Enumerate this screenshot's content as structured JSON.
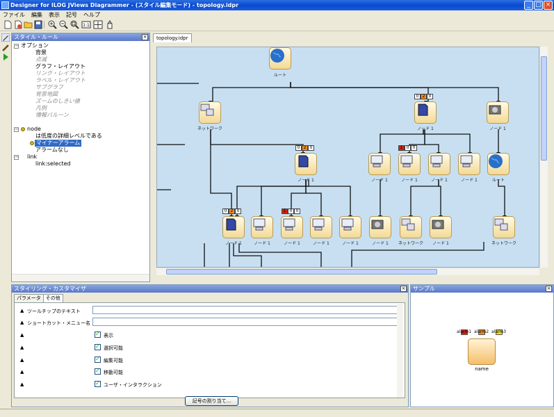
{
  "window": {
    "title": "Designer for ILOG JViews Diagrammer - (スタイル編集モード) - topology.idpr"
  },
  "menu": [
    "ファイル",
    "編集",
    "表示",
    "記号",
    "ヘルプ"
  ],
  "toolbar_icons": [
    "new-file-icon",
    "new-style-icon",
    "open-icon",
    "save-icon",
    "zoom-in-icon",
    "zoom-out-icon",
    "zoom-fit-icon",
    "zoom-100-icon",
    "overview-icon",
    "pan-hand-icon"
  ],
  "style_panel": {
    "title": "スタイル・ルール",
    "tree": [
      {
        "label": "オプション",
        "type": "root"
      },
      {
        "label": "背景",
        "type": "item"
      },
      {
        "label": "点滅",
        "type": "disabled"
      },
      {
        "label": "グラフ・レイアウト",
        "type": "item"
      },
      {
        "label": "リンク・レイアウト",
        "type": "disabled"
      },
      {
        "label": "ラベル・レイアウト",
        "type": "disabled"
      },
      {
        "label": "サブグラフ",
        "type": "disabled"
      },
      {
        "label": "背景地図",
        "type": "disabled"
      },
      {
        "label": "ズームのしきい値",
        "type": "disabled"
      },
      {
        "label": "凡例",
        "type": "disabled"
      },
      {
        "label": "情報バルーン",
        "type": "disabled"
      },
      {
        "label": "node",
        "type": "root"
      },
      {
        "label": "は低度の詳細レベルである",
        "type": "item"
      },
      {
        "label": "マイナーアラーム",
        "type": "selected"
      },
      {
        "label": "アラームなし",
        "type": "item"
      },
      {
        "label": "link",
        "type": "root"
      },
      {
        "label": "link:selected",
        "type": "item"
      }
    ]
  },
  "diagram_panel": {
    "tab": "topology.idpr",
    "nodes": [
      {
        "label": "ルート",
        "icon": "globe"
      },
      {
        "label": "ネットワーク",
        "icon": "network"
      },
      {
        "label": "ノード 1",
        "icon": "server",
        "alarm": [
          "0",
          "2",
          "0"
        ]
      },
      {
        "label": "ノード 1",
        "icon": "disk"
      },
      {
        "label": "ノード 1",
        "icon": "server",
        "alarm": [
          "0",
          "2",
          "0"
        ]
      },
      {
        "label": "ノード 1",
        "icon": "workstation",
        "alarm": [
          "1",
          "0",
          "0"
        ]
      },
      {
        "label": "ノード 1",
        "icon": "workstation"
      },
      {
        "label": "ノード 1",
        "icon": "workstation"
      },
      {
        "label": "ノード 1",
        "icon": "workstation"
      },
      {
        "label": "ルート",
        "icon": "globe"
      },
      {
        "label": "ノード 1",
        "icon": "server",
        "alarm": [
          "0",
          "2",
          "0"
        ]
      },
      {
        "label": "ノード 1",
        "icon": "workstation"
      },
      {
        "label": "ノード 1",
        "icon": "workstation",
        "alarm": [
          "1",
          "0",
          "0"
        ]
      },
      {
        "label": "ノード 1",
        "icon": "workstation"
      },
      {
        "label": "ノード 1",
        "icon": "workstation"
      },
      {
        "label": "ノード 1",
        "icon": "disk"
      },
      {
        "label": "ネットワーク",
        "icon": "network"
      },
      {
        "label": "ノード 1",
        "icon": "disk"
      },
      {
        "label": "ネットワーク",
        "icon": "network"
      }
    ]
  },
  "customizer": {
    "title": "スタイリング・カスタマイザ",
    "tabs": [
      "パラメータ",
      "その他"
    ],
    "text_rows": [
      {
        "label": "ツールチップのテキスト",
        "value": ""
      },
      {
        "label": "ショートカット・メニュー名",
        "value": ""
      }
    ],
    "check_rows": [
      "表示",
      "選択可能",
      "編集可能",
      "移動可能",
      "ユーザ・インタラクション"
    ],
    "assign_button": "記号の割り当て..."
  },
  "sample": {
    "title": "サンプル",
    "alarms": [
      "alarm1",
      "alarm2",
      "alarm3"
    ],
    "node_name": "name"
  },
  "colors": {
    "alarm_red": "#d42010",
    "alarm_orange": "#f08a1e",
    "alarm_yellow": "#f5d630",
    "selection": "#316ac5"
  }
}
